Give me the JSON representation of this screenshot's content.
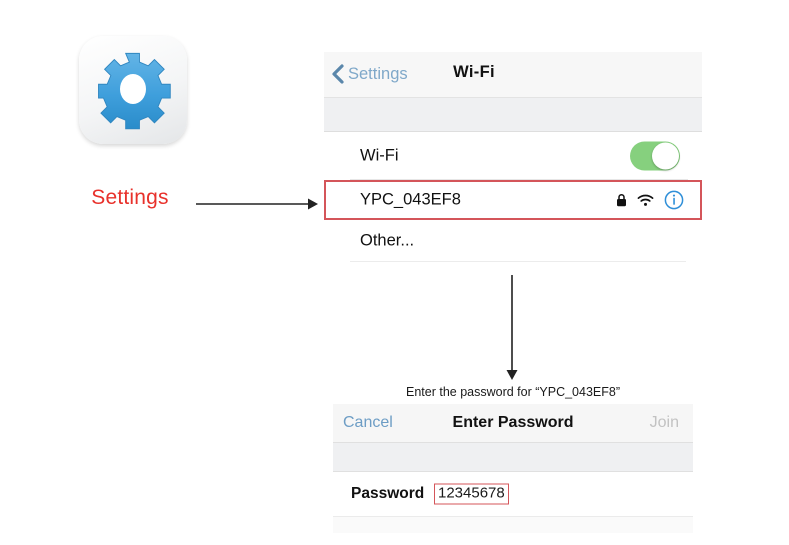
{
  "app_icon": {
    "name": "settings-gear-icon",
    "caption": "Settings",
    "caption_color": "#e8312b",
    "gear_color": "#3d9edb"
  },
  "flow": {
    "arrow_right": "arrow-right",
    "arrow_down": "arrow-down"
  },
  "wifi_panel": {
    "nav": {
      "back_label": "Settings",
      "back_icon": "chevron-left-icon",
      "title": "Wi-Fi",
      "back_color": "#7fa8c9"
    },
    "rows": {
      "wifi_toggle": {
        "label": "Wi-Fi",
        "toggle_state": "on",
        "toggle_color": "#86d07e"
      },
      "network": {
        "ssid": "YPC_043EF8",
        "icons": [
          "lock-icon",
          "wifi-signal-icon",
          "info-circle-icon"
        ],
        "info_color": "#2f8fd8",
        "highlight_color": "#d4555a"
      },
      "other": {
        "label": "Other..."
      }
    }
  },
  "password_dialog": {
    "prompt": "Enter the password for “YPC_043EF8”",
    "cancel_label": "Cancel",
    "title": "Enter Password",
    "join_label": "Join",
    "cancel_color": "#6d9dc5",
    "join_color": "#c2c2c2",
    "field": {
      "label": "Password",
      "value": "12345678",
      "highlight_color": "#d4555a"
    }
  }
}
